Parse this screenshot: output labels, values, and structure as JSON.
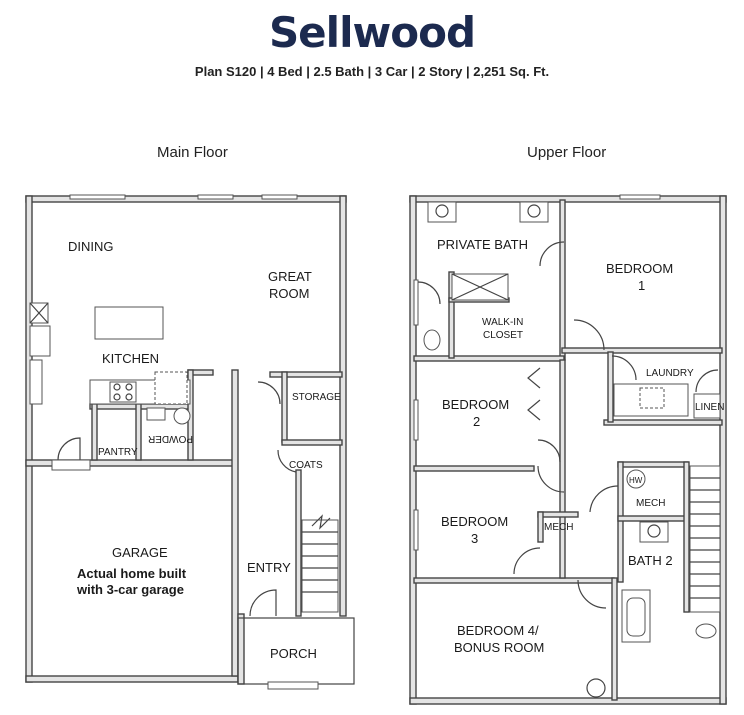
{
  "header": {
    "title": "Sellwood",
    "subtitle": "Plan S120 |  4 Bed   |  2.5 Bath  |  3 Car  |  2 Story  |  2,251 Sq. Ft."
  },
  "floors": {
    "main": {
      "label": "Main Floor",
      "rooms": {
        "dining": "DINING",
        "great_room_1": "GREAT",
        "great_room_2": "ROOM",
        "kitchen": "KITCHEN",
        "storage": "STORAGE",
        "pantry": "PANTRY",
        "powder": "POWDER",
        "coats": "COATS",
        "garage": "GARAGE",
        "garage_note_1": "Actual home built",
        "garage_note_2": "with 3-car garage",
        "entry": "ENTRY",
        "porch": "PORCH"
      }
    },
    "upper": {
      "label": "Upper Floor",
      "rooms": {
        "private_bath": "PRIVATE BATH",
        "bedroom1_1": "BEDROOM",
        "bedroom1_2": "1",
        "walkin_1": "WALK-IN",
        "walkin_2": "CLOSET",
        "laundry": "LAUNDRY",
        "linen": "LINEN",
        "bedroom2_1": "BEDROOM",
        "bedroom2_2": "2",
        "hw": "HW",
        "mech_upper": "MECH",
        "bedroom3_1": "BEDROOM",
        "bedroom3_2": "3",
        "mech_small": "MECH",
        "bath2": "BATH 2",
        "bedroom4_1": "BEDROOM 4/",
        "bedroom4_2": "BONUS ROOM"
      }
    }
  },
  "colors": {
    "title": "#1c2a4f",
    "wall_fill": "#e4e4e4",
    "wall_stroke": "#444444"
  }
}
